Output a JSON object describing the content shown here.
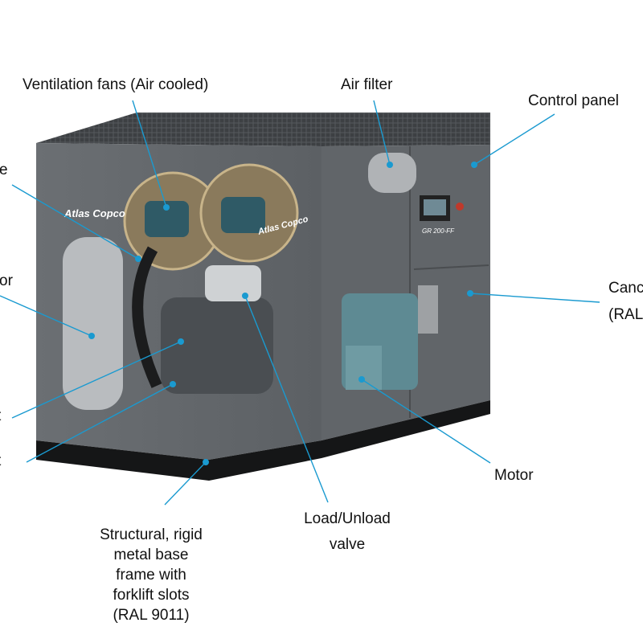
{
  "diagram": {
    "brand": "Atlas Copco",
    "model_plate": "GR 200-FF",
    "accent_color": "#1a9ad0",
    "labels": {
      "ventilation_fans": "Ventilation fans (Air cooled)",
      "air_filter": "Air filter",
      "control_panel": "Control panel",
      "left_partial_1": "e",
      "left_partial_2": "or",
      "left_partial_3": "t",
      "left_partial_4": "t",
      "canopy_line1": "Canc",
      "canopy_line2": "(RAL",
      "motor": "Motor",
      "load_unload_line1": "Load/Unload",
      "load_unload_line2": "valve",
      "base_frame": [
        "Structural, rigid",
        "metal base",
        "frame with",
        "forklift slots",
        "(RAL 9011)"
      ]
    }
  }
}
